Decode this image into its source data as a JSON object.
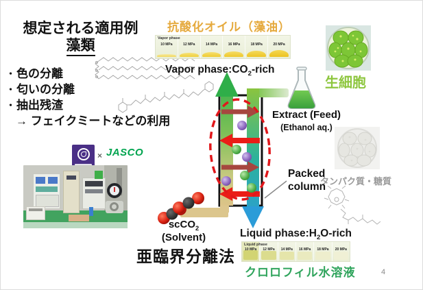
{
  "page_number": "4",
  "left": {
    "title1": "想定される適用例",
    "title2": "藻類",
    "bullet": "・",
    "b1": "色の分離",
    "b2": "匂いの分離",
    "b3": "抽出残渣",
    "b4": "→ フェイクミートなどの利用"
  },
  "vapor": {
    "heading": "抗酸化オイル（藻油）",
    "strip_label": "Vapor phase",
    "p": [
      "10 MPa",
      "12 MPa",
      "14 MPa",
      "16 MPa",
      "18 MPa",
      "20 MPa"
    ],
    "cap_pre": "Vapor phase:CO",
    "cap_sub": "2",
    "cap_post": "-rich"
  },
  "liquid": {
    "strip_label": "Liquid phase",
    "p": [
      "10 MPa",
      "12 MPa",
      "14 MPa",
      "16 MPa",
      "18 MPa",
      "20 MPa"
    ],
    "cap_pre": "Liquid phase:H",
    "cap_sub": "2",
    "cap_post": "O-rich",
    "product": "クロロフィル水溶液"
  },
  "feed": {
    "line1": "Extract (Feed)",
    "line2": "(Ethanol aq.)"
  },
  "cells": {
    "live_label": "生細胞",
    "residue_label": "タンパク質・糖質"
  },
  "column": {
    "label1": "Packed",
    "label2": "column"
  },
  "solvent": {
    "pre": "scCO",
    "sub": "2",
    "role": "(Solvent)",
    "method": "亜臨界分離法"
  },
  "logos": {
    "cross": "×",
    "company": "JASCO"
  },
  "colors": {
    "heading_orange": "#E5A93C",
    "live_green": "#8DC63E",
    "residue_gray": "#9B9B9B",
    "chlorophyll_green": "#2FA45C",
    "jasco_green": "#00A44F",
    "university_purple": "#4A2F86",
    "flow_up_green": "#2FAE49",
    "flow_down_blue": "#2B9CD8",
    "solvent_tan": "#DCC68D",
    "ellipse_red": "#E0181C"
  }
}
